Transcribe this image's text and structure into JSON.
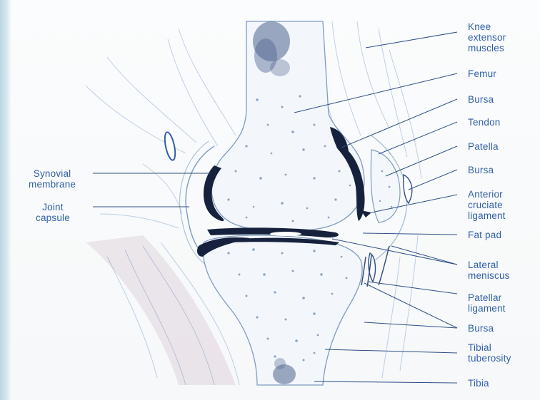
{
  "labels_right": [
    {
      "id": "knee-extensor-muscles",
      "text": "Knee\nextensor\nmuscles"
    },
    {
      "id": "femur",
      "text": "Femur"
    },
    {
      "id": "bursa-upper",
      "text": "Bursa"
    },
    {
      "id": "tendon",
      "text": "Tendon"
    },
    {
      "id": "patella",
      "text": "Patella"
    },
    {
      "id": "bursa-prepatellar",
      "text": "Bursa"
    },
    {
      "id": "anterior-cruciate-ligament",
      "text": "Anterior\ncruciate\nligament"
    },
    {
      "id": "fat-pad",
      "text": "Fat pad"
    },
    {
      "id": "lateral-meniscus",
      "text": "Lateral\nmeniscus"
    },
    {
      "id": "patellar-ligament",
      "text": "Patellar\nligament"
    },
    {
      "id": "bursa-lower",
      "text": "Bursa"
    },
    {
      "id": "tibial-tuberosity",
      "text": "Tibial\ntuberosity"
    },
    {
      "id": "tibia",
      "text": "Tibia"
    }
  ],
  "labels_left": [
    {
      "id": "synovial-membrane",
      "text": "Synovial\nmembrane"
    },
    {
      "id": "joint-capsule",
      "text": "Joint\ncapsule"
    }
  ],
  "colors": {
    "label_text": "#2f5fa8",
    "leader_line": "#2f4f86",
    "bone_fill": "#f2f6fa",
    "bone_dots": "#6f8fb3",
    "cartilage": "#16213d",
    "sketch_lines": "#9fb9d6",
    "marrow": "#5a6f9a"
  }
}
